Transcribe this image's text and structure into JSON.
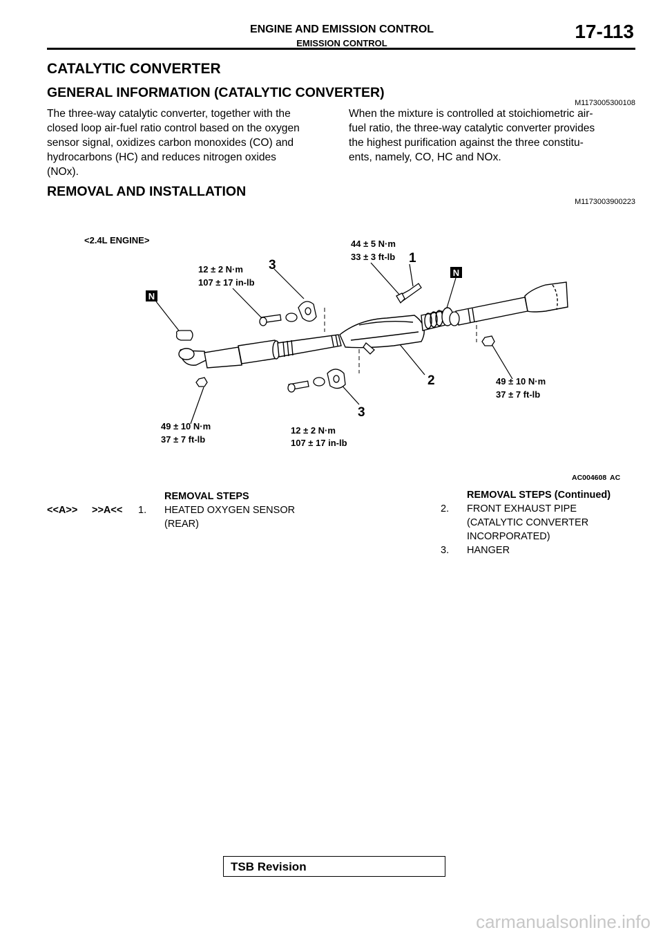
{
  "header": {
    "title": "ENGINE AND EMISSION CONTROL",
    "subtitle": "EMISSION CONTROL",
    "page": "17-113"
  },
  "section": {
    "title": "CATALYTIC CONVERTER"
  },
  "general_info": {
    "title": "GENERAL INFORMATION (CATALYTIC CONVERTER)",
    "code": "M1173005300108",
    "left_lines": [
      "The three-way catalytic converter, together with the",
      "closed loop air-fuel ratio control based on the oxygen",
      "sensor signal, oxidizes carbon monoxides (CO) and",
      "hydrocarbons (HC) and reduces nitrogen oxides",
      "(NOx)."
    ],
    "right_lines": [
      "When the mixture is controlled at stoichiometric air-",
      "fuel ratio, the three-way catalytic converter provides",
      "the highest purification against the three constitu-",
      "ents, namely, CO, HC and NOx."
    ]
  },
  "removal": {
    "title": "REMOVAL AND INSTALLATION",
    "code": "M1173003900223"
  },
  "diagram": {
    "engine_label": "<2.4L ENGINE>",
    "torque_12_nm": "12 ± 2 N·m",
    "torque_12_inlb": "107 ± 17 in-lb",
    "torque_44_nm": "44 ± 5 N·m",
    "torque_44_ftlb": "33 ± 3 ft-lb",
    "torque_49_nm": "49 ± 10 N·m",
    "torque_49_ftlb": "37 ± 7 ft-lb",
    "callout_1": "1",
    "callout_2": "2",
    "callout_3": "3",
    "n_mark": "N",
    "figure_code": "AC004608",
    "figure_suffix": "AC"
  },
  "steps_left": {
    "heading": "REMOVAL STEPS",
    "service_a": "<<A>>",
    "service_b": ">>A<<",
    "item_num": "1.",
    "item_line1": "HEATED OXYGEN SENSOR",
    "item_line2": "(REAR)"
  },
  "steps_right": {
    "heading": "REMOVAL STEPS (Continued)",
    "item2_num": "2.",
    "item2_line1": "FRONT EXHAUST PIPE",
    "item2_line2": "(CATALYTIC CONVERTER",
    "item2_line3": "INCORPORATED)",
    "item3_num": "3.",
    "item3_line1": "HANGER"
  },
  "footer": {
    "tsb": "TSB Revision",
    "watermark": "carmanualsonline.info"
  }
}
